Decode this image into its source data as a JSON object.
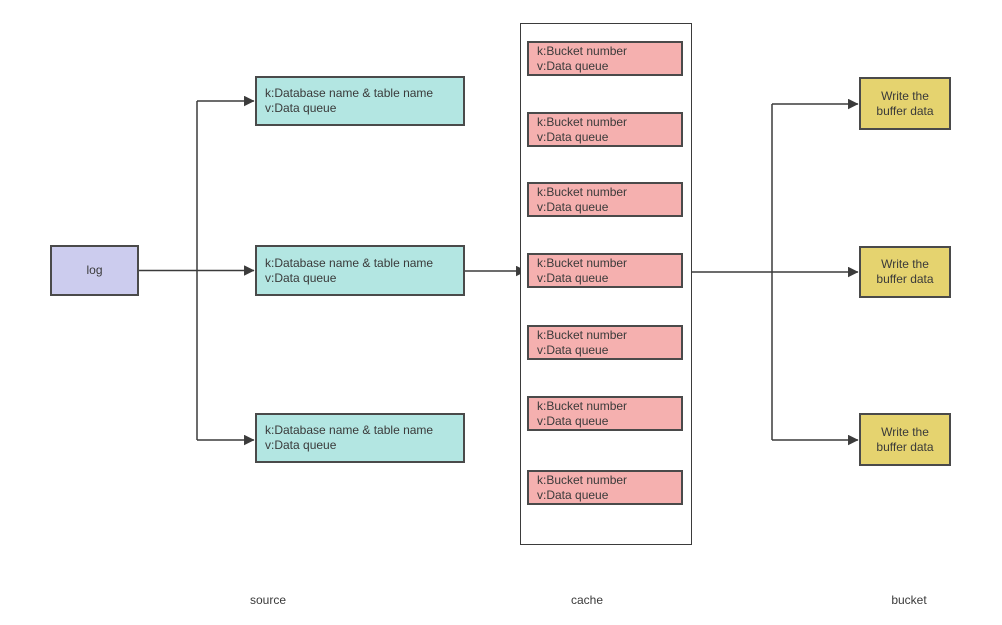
{
  "log_node": {
    "label": "log"
  },
  "source_group": {
    "label": "source",
    "nodes": [
      {
        "line1": "k:Database name & table name",
        "line2": "v:Data queue"
      },
      {
        "line1": "k:Database name & table name",
        "line2": "v:Data queue"
      },
      {
        "line1": "k:Database name & table name",
        "line2": "v:Data queue"
      }
    ]
  },
  "cache_group": {
    "label": "cache",
    "nodes": [
      {
        "line1": "k:Bucket number",
        "line2": "v:Data queue"
      },
      {
        "line1": "k:Bucket number",
        "line2": "v:Data queue"
      },
      {
        "line1": "k:Bucket number",
        "line2": "v:Data queue"
      },
      {
        "line1": "k:Bucket number",
        "line2": "v:Data queue"
      },
      {
        "line1": "k:Bucket number",
        "line2": "v:Data queue"
      },
      {
        "line1": "k:Bucket number",
        "line2": "v:Data queue"
      },
      {
        "line1": "k:Bucket number",
        "line2": "v:Data queue"
      }
    ]
  },
  "bucket_group": {
    "label": "bucket",
    "nodes": [
      {
        "line1": "Write the",
        "line2": "buffer data"
      },
      {
        "line1": "Write the",
        "line2": "buffer data"
      },
      {
        "line1": "Write the",
        "line2": "buffer data"
      }
    ]
  },
  "colors": {
    "log_fill": "#ccccee",
    "source_fill": "#b3e6e2",
    "cache_fill": "#f5b0af",
    "bucket_fill": "#e5d36f",
    "node_border": "#4a4a4a",
    "container_border": "#3b3b3b",
    "arrow": "#3b3b3b",
    "text": "#3a3a3a"
  }
}
